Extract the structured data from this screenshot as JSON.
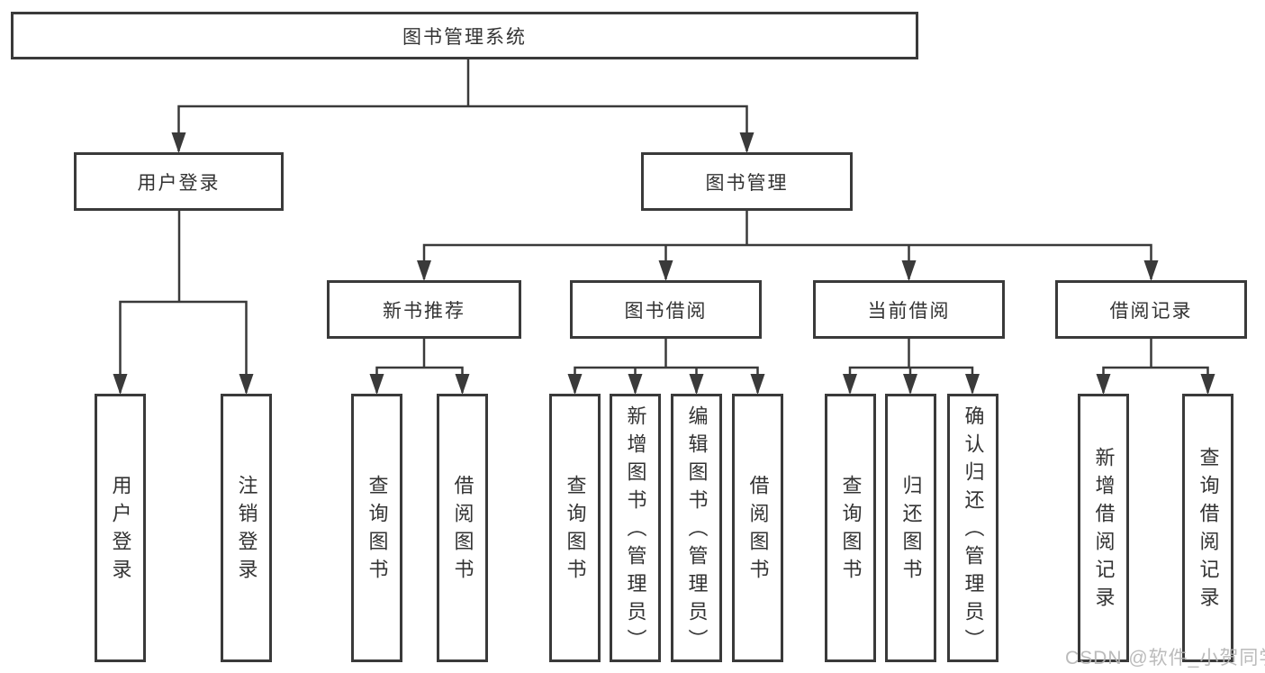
{
  "diagram": {
    "root": {
      "label": "图书管理系统"
    },
    "branches": [
      {
        "label": "用户登录",
        "children": [
          {
            "label": "用户登录"
          },
          {
            "label": "注销登录"
          }
        ]
      },
      {
        "label": "图书管理",
        "children": [
          {
            "label": "新书推荐",
            "children": [
              {
                "label": "查询图书"
              },
              {
                "label": "借阅图书"
              }
            ]
          },
          {
            "label": "图书借阅",
            "children": [
              {
                "label": "查询图书"
              },
              {
                "label": "新增图书（管理员）"
              },
              {
                "label": "编辑图书（管理员）"
              },
              {
                "label": "借阅图书"
              }
            ]
          },
          {
            "label": "当前借阅",
            "children": [
              {
                "label": "查询图书"
              },
              {
                "label": "归还图书"
              },
              {
                "label": "确认归还（管理员）"
              }
            ]
          },
          {
            "label": "借阅记录",
            "children": [
              {
                "label": "新增借阅记录"
              },
              {
                "label": "查询借阅记录"
              }
            ]
          }
        ]
      }
    ]
  },
  "watermark": {
    "text": "CSDN @软件_小贺同学"
  },
  "colors": {
    "line": "#3a3a3a",
    "text": "#333333",
    "background": "#ffffff",
    "watermark": "#b5b5b5"
  }
}
